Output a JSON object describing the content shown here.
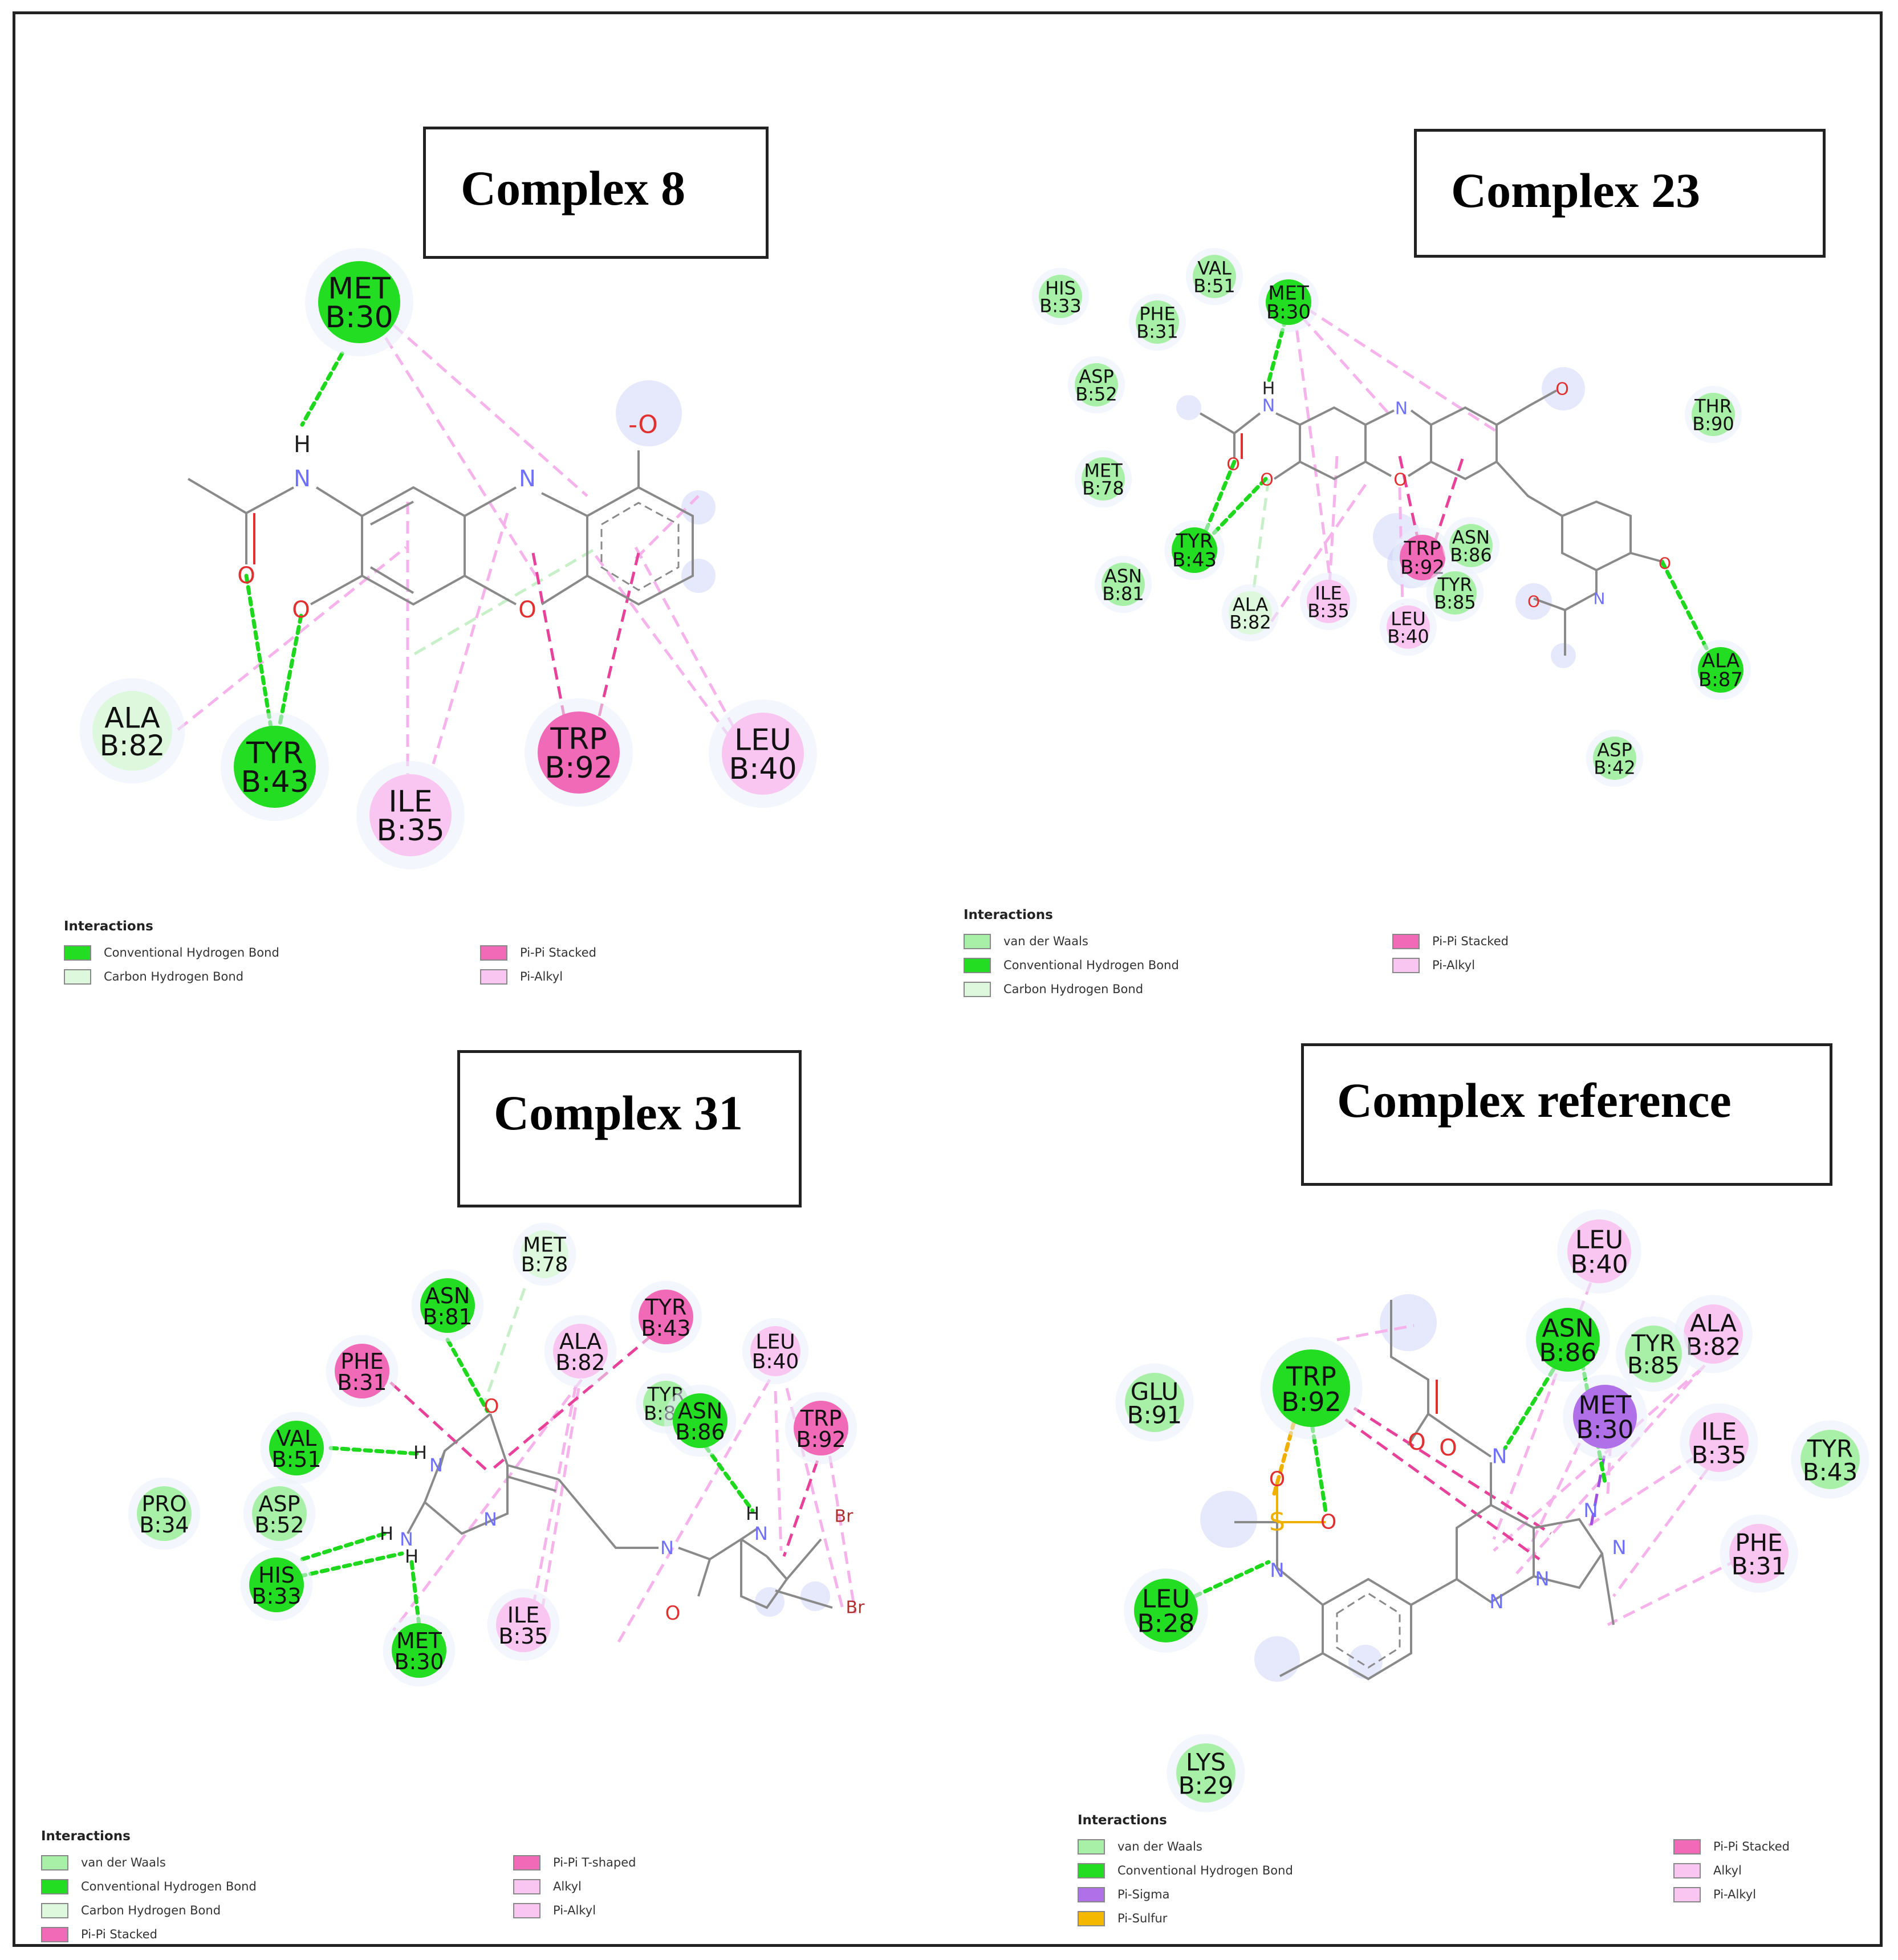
{
  "panels": [
    {
      "id": "p8",
      "title": "Complex 8",
      "legend": {
        "heading": "Interactions",
        "items": [
          {
            "label": "Conventional Hydrogen Bond",
            "type": "hbond"
          },
          {
            "label": "Carbon Hydrogen Bond",
            "type": "chbond"
          },
          {
            "label": "Pi-Pi Stacked",
            "type": "pipi"
          },
          {
            "label": "Pi-Alkyl",
            "type": "pialkyl"
          }
        ]
      },
      "residues": [
        {
          "name": "MET",
          "chain": "B:30",
          "type": "hbond"
        },
        {
          "name": "ALA",
          "chain": "B:82",
          "type": "chbond"
        },
        {
          "name": "TYR",
          "chain": "B:43",
          "type": "hbond"
        },
        {
          "name": "ILE",
          "chain": "B:35",
          "type": "pialkyl"
        },
        {
          "name": "TRP",
          "chain": "B:92",
          "type": "pipi"
        },
        {
          "name": "LEU",
          "chain": "B:40",
          "type": "pialkyl"
        }
      ],
      "atom_labels": [
        "H",
        "N",
        "O",
        "O",
        "N",
        "O",
        "-O"
      ]
    },
    {
      "id": "p23",
      "title": "Complex 23",
      "legend": {
        "heading": "Interactions",
        "items": [
          {
            "label": "van der Waals",
            "type": "vdw"
          },
          {
            "label": "Conventional Hydrogen Bond",
            "type": "hbond"
          },
          {
            "label": "Carbon Hydrogen Bond",
            "type": "chbond"
          },
          {
            "label": "Pi-Pi Stacked",
            "type": "pipi"
          },
          {
            "label": "Pi-Alkyl",
            "type": "pialkyl"
          }
        ]
      },
      "residues": [
        {
          "name": "HIS",
          "chain": "B:33",
          "type": "vdw"
        },
        {
          "name": "VAL",
          "chain": "B:51",
          "type": "vdw"
        },
        {
          "name": "PHE",
          "chain": "B:31",
          "type": "vdw"
        },
        {
          "name": "MET",
          "chain": "B:30",
          "type": "hbond"
        },
        {
          "name": "ASP",
          "chain": "B:52",
          "type": "vdw"
        },
        {
          "name": "THR",
          "chain": "B:90",
          "type": "vdw"
        },
        {
          "name": "MET",
          "chain": "B:78",
          "type": "vdw"
        },
        {
          "name": "TYR",
          "chain": "B:43",
          "type": "hbond"
        },
        {
          "name": "TRP",
          "chain": "B:92",
          "type": "pipi"
        },
        {
          "name": "ASN",
          "chain": "B:86",
          "type": "vdw"
        },
        {
          "name": "ASN",
          "chain": "B:81",
          "type": "vdw"
        },
        {
          "name": "ALA",
          "chain": "B:82",
          "type": "chbond"
        },
        {
          "name": "ILE",
          "chain": "B:35",
          "type": "pialkyl"
        },
        {
          "name": "TYR",
          "chain": "B:85",
          "type": "vdw"
        },
        {
          "name": "LEU",
          "chain": "B:40",
          "type": "pialkyl"
        },
        {
          "name": "ALA",
          "chain": "B:87",
          "type": "hbond"
        },
        {
          "name": "ASP",
          "chain": "B:42",
          "type": "vdw"
        }
      ],
      "atom_labels": [
        "H",
        "N",
        "O",
        "O",
        "N",
        "O",
        "O",
        "N",
        "O",
        "O"
      ]
    },
    {
      "id": "p31",
      "title": "Complex 31",
      "legend": {
        "heading": "Interactions",
        "items": [
          {
            "label": "van der Waals",
            "type": "vdw"
          },
          {
            "label": "Conventional Hydrogen Bond",
            "type": "hbond"
          },
          {
            "label": "Carbon Hydrogen Bond",
            "type": "chbond"
          },
          {
            "label": "Pi-Pi Stacked",
            "type": "pipi"
          },
          {
            "label": "Pi-Pi T-shaped",
            "type": "pipi"
          },
          {
            "label": "Alkyl",
            "type": "pialkyl"
          },
          {
            "label": "Pi-Alkyl",
            "type": "pialkyl"
          }
        ]
      },
      "residues": [
        {
          "name": "MET",
          "chain": "B:78",
          "type": "chbond"
        },
        {
          "name": "ASN",
          "chain": "B:81",
          "type": "hbond"
        },
        {
          "name": "TYR",
          "chain": "B:43",
          "type": "pipi"
        },
        {
          "name": "PHE",
          "chain": "B:31",
          "type": "pipi"
        },
        {
          "name": "ALA",
          "chain": "B:82",
          "type": "pialkyl"
        },
        {
          "name": "LEU",
          "chain": "B:40",
          "type": "pialkyl"
        },
        {
          "name": "VAL",
          "chain": "B:51",
          "type": "hbond"
        },
        {
          "name": "TYR",
          "chain": "B:85",
          "type": "vdw"
        },
        {
          "name": "ASN",
          "chain": "B:86",
          "type": "hbond"
        },
        {
          "name": "TRP",
          "chain": "B:92",
          "type": "pipi"
        },
        {
          "name": "PRO",
          "chain": "B:34",
          "type": "vdw"
        },
        {
          "name": "ASP",
          "chain": "B:52",
          "type": "vdw"
        },
        {
          "name": "HIS",
          "chain": "B:33",
          "type": "hbond"
        },
        {
          "name": "MET",
          "chain": "B:30",
          "type": "hbond"
        },
        {
          "name": "ILE",
          "chain": "B:35",
          "type": "pialkyl"
        }
      ],
      "atom_labels": [
        "O",
        "H",
        "N",
        "N",
        "H",
        "N",
        "H",
        "N",
        "H",
        "N",
        "O",
        "Br",
        "Br"
      ]
    },
    {
      "id": "pref",
      "title": "Complex reference",
      "legend": {
        "heading": "Interactions",
        "items": [
          {
            "label": "van der Waals",
            "type": "vdw"
          },
          {
            "label": "Conventional Hydrogen Bond",
            "type": "hbond"
          },
          {
            "label": "Pi-Sigma",
            "type": "pisigma"
          },
          {
            "label": "Pi-Sulfur",
            "type": "pisulfur"
          },
          {
            "label": "Pi-Pi Stacked",
            "type": "pipi"
          },
          {
            "label": "Alkyl",
            "type": "pialkyl"
          },
          {
            "label": "Pi-Alkyl",
            "type": "pialkyl"
          }
        ]
      },
      "residues": [
        {
          "name": "LEU",
          "chain": "B:40",
          "type": "pialkyl"
        },
        {
          "name": "ASN",
          "chain": "B:86",
          "type": "hbond"
        },
        {
          "name": "ALA",
          "chain": "B:82",
          "type": "pialkyl"
        },
        {
          "name": "TYR",
          "chain": "B:85",
          "type": "vdw"
        },
        {
          "name": "TRP",
          "chain": "B:92",
          "type": "hbond"
        },
        {
          "name": "MET",
          "chain": "B:30",
          "type": "pisigma"
        },
        {
          "name": "GLU",
          "chain": "B:91",
          "type": "vdw"
        },
        {
          "name": "ILE",
          "chain": "B:35",
          "type": "pialkyl"
        },
        {
          "name": "TYR",
          "chain": "B:43",
          "type": "vdw"
        },
        {
          "name": "PHE",
          "chain": "B:31",
          "type": "pialkyl"
        },
        {
          "name": "LEU",
          "chain": "B:28",
          "type": "hbond"
        },
        {
          "name": "LYS",
          "chain": "B:29",
          "type": "vdw"
        }
      ],
      "atom_labels": [
        "O",
        "O",
        "N",
        "S",
        "O",
        "O",
        "N",
        "N",
        "N",
        "N",
        "N"
      ]
    }
  ],
  "colors": {
    "vdw": "#a8f0a8",
    "hbond": "#22dd22",
    "chbond": "#ddf8dd",
    "pipi": "#f06ab8",
    "pialkyl": "#f8c6f0",
    "pisigma": "#b070e8",
    "pisulfur": "#f5b800"
  }
}
